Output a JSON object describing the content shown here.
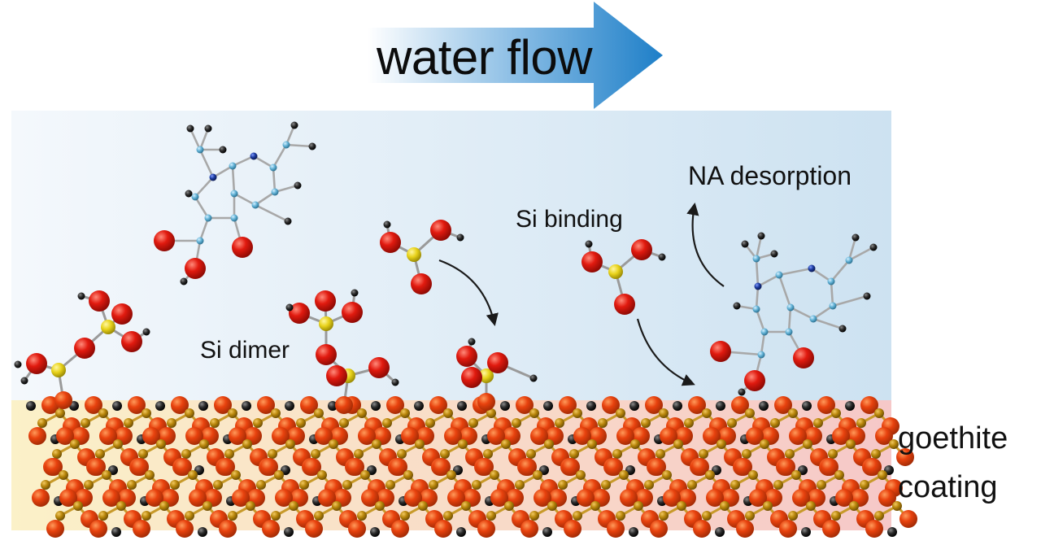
{
  "flow_arrow": {
    "label": "water flow",
    "color": "#1e7fc8"
  },
  "labels": {
    "si_dimer": "Si dimer",
    "si_binding": "Si binding",
    "na_desorption": "NA desorption",
    "coating_line1": "goethite",
    "coating_line2": "coating"
  },
  "colors": {
    "water_region": "#cfe3f1",
    "goethite_left": "#fbf0c6",
    "goethite_right": "#f6c9c9",
    "oxygen": "#e11a0f",
    "silicon": "#e8d21a",
    "iron": "#b8860b",
    "carbon": "#62b2d6",
    "nitrogen": "#1b3a9e",
    "hydrogen": "#2a2a2a",
    "arrow": "#1a1a1a"
  }
}
